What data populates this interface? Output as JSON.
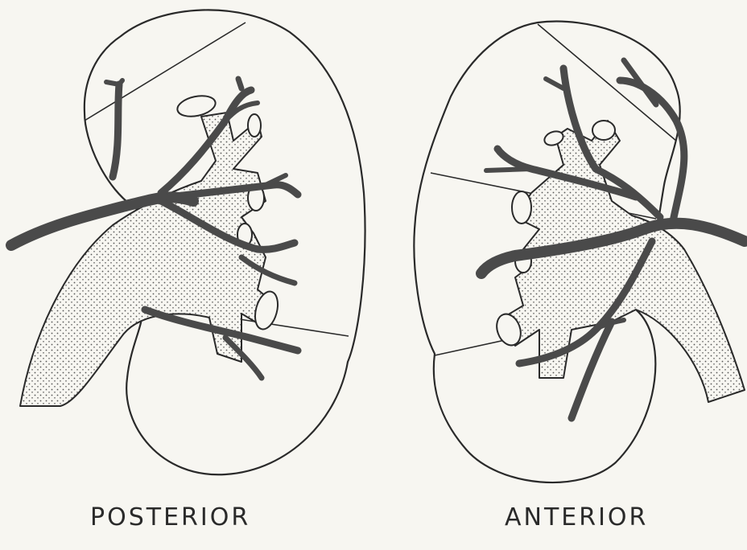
{
  "figure": {
    "views": [
      {
        "id": "posterior",
        "label": "POSTERIOR"
      },
      {
        "id": "anterior",
        "label": "ANTERIOR"
      }
    ],
    "colors": {
      "background": "#f7f6f1",
      "line": "#2a2a2a",
      "artery": "#4a4a4a",
      "stipple": "#555555"
    }
  }
}
